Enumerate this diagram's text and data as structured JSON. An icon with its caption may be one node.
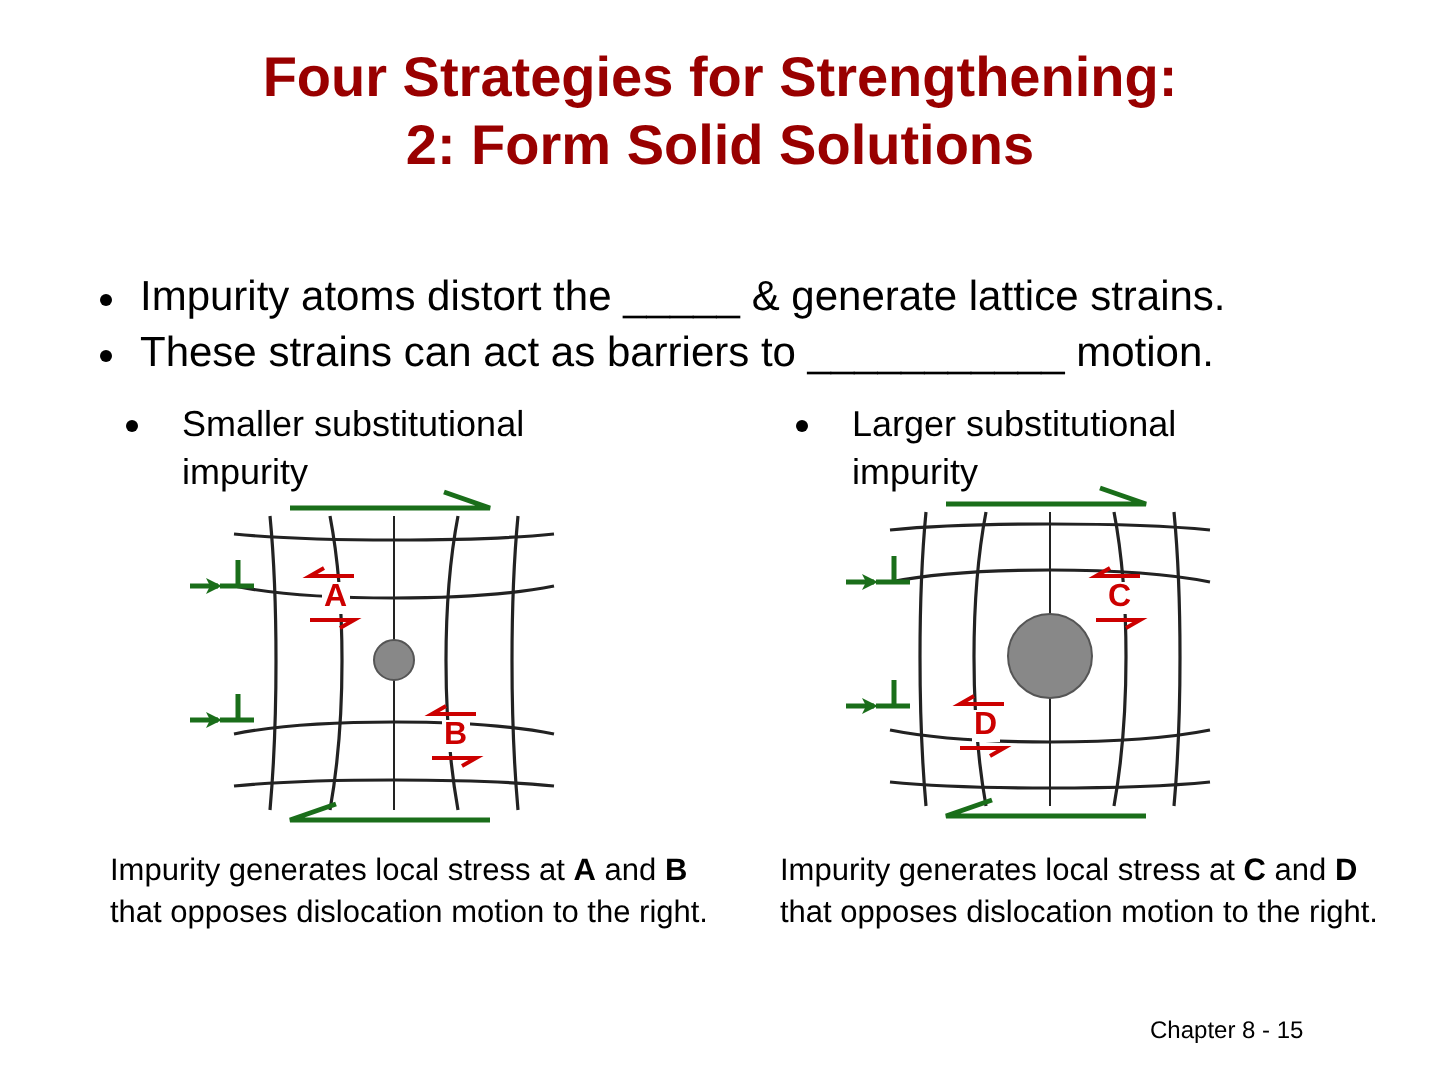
{
  "diagram": {
    "title": "Four Strategies for Strengthening: 2: Form Solid Solutions",
    "labels": [
      "Impurity atoms distort the _____ & generate lattice strains.",
      "These strains can act as barriers to ___________ motion.",
      "Smaller substitutional impurity",
      "Larger substitutional impurity",
      "A",
      "B",
      "C",
      "D",
      "Impurity generates local stress at **A** and **B** that opposes dislocation motion to the right.",
      "Impurity generates local stress at **C** and **D** that opposes dislocation motion to the right.",
      "Chapter 8 - 15"
    ]
  }
}
